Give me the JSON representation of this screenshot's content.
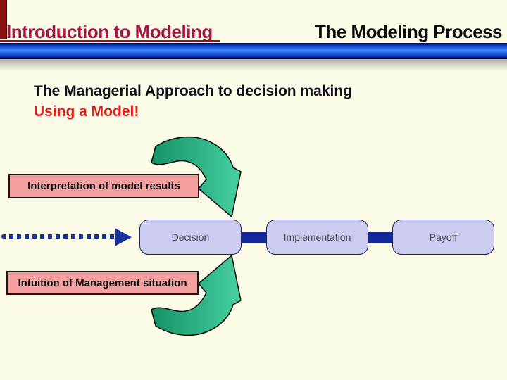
{
  "slide": {
    "header": {
      "left_title": "Introduction to Modeling",
      "right_title": "The Modeling Process"
    },
    "body": {
      "line1": "The Managerial Approach to decision making",
      "line2": "Using a Model!"
    },
    "diagram": {
      "interpretation_label": "Interpretation of model results",
      "intuition_label": "Intuition of Management situation",
      "flow_boxes": [
        "Decision",
        "Implementation",
        "Payoff"
      ],
      "icons": [
        "dotted-arrow-icon",
        "curved-arrow-down-icon",
        "curved-arrow-up-icon"
      ]
    },
    "colors": {
      "background": "#FCFBE8",
      "title_left_red": "#A31543",
      "title_right_black": "#0B0B0B",
      "divider_blue": "#2F7BFA",
      "title_underline_maroon": "#8C1030",
      "corner_bar_red": "#8B1212",
      "heading_red": "#E11E1E",
      "pink_box_fill": "#F5A0A0",
      "lavender_box_fill": "#CCCCF0",
      "connector_blue": "#12289B",
      "dotted_arrow_blue": "#16329A",
      "arrow_green_dark": "#169066",
      "arrow_green_light": "#49D2A2"
    }
  }
}
